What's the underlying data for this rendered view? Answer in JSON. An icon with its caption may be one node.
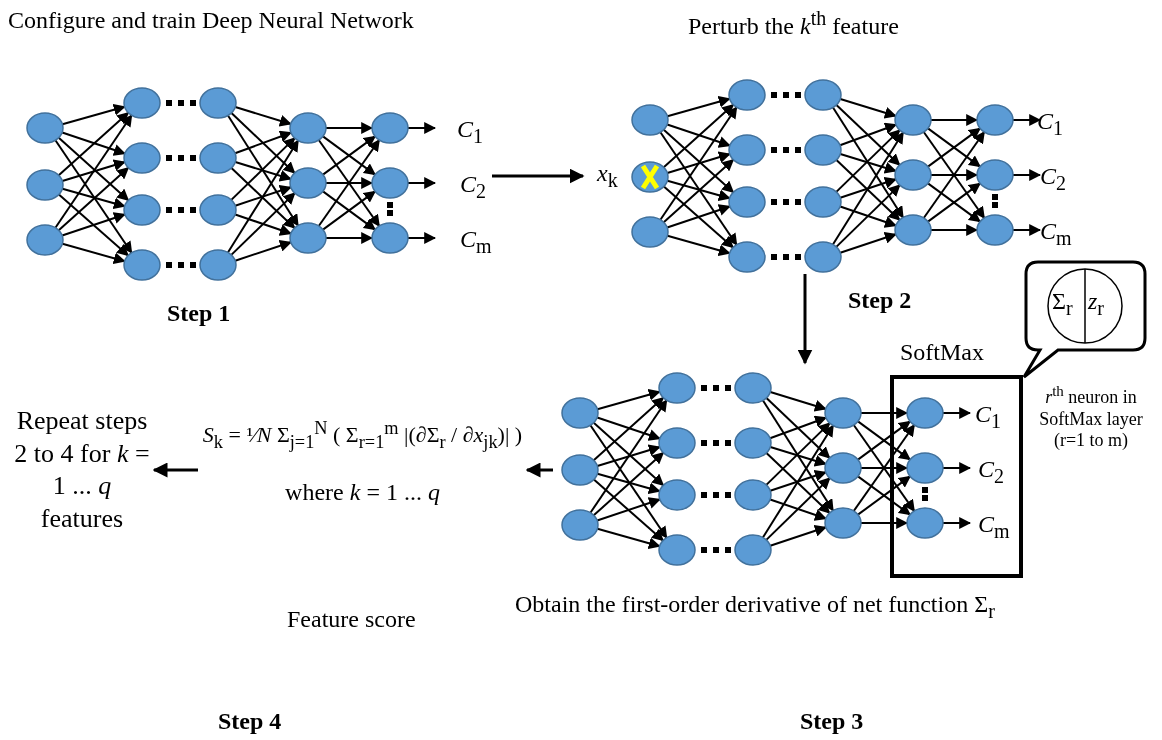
{
  "diagram": {
    "nodes": [
      {
        "text": [],
        "shape": "picture"
      },
      {
        "text": [],
        "shape": "picture"
      },
      {
        "text": [],
        "shape": "picture"
      },
      {
        "text": [
          "SoftMax"
        ]
      },
      {
        "text": [
          "Σ$_{r}$",
          "*z*$_{r}$"
        ]
      },
      {
        "text": [
          "*S*$_{k}$ = ¹⁄*N* Σ$_{j=1}$$^{N}$ ( Σ$_{r=1}$$^{m}$ |(∂Σ$_{r}$ / ∂*x*$_{jk}$)| )",
          "where *k* = 1 ... *q*"
        ]
      },
      {
        "text": [
          "Repeat steps 2 to 4 for *k* = 1 ... *q* features"
        ]
      }
    ],
    "edges": [
      {
        "from": 0,
        "to": 1,
        "arrow": "to"
      },
      {
        "from": 1,
        "to": 2,
        "arrow": "to"
      },
      {
        "from": 2,
        "to": 5,
        "arrow": "to"
      },
      {
        "from": 5,
        "to": 6,
        "arrow": "to"
      }
    ],
    "labels": [
      "Configure and train Deep Neural Network",
      "Perturb the *k*$^{th}$ feature",
      "*C*$_{1}$",
      "*C*$_{2}$",
      "*C*$_{m}$",
      "*x*$_{k}$",
      "*C*$_{1}$",
      "*C*$_{2}$",
      "*C*$_{m}$",
      "Step 1",
      "Step 2",
      "*r*$^{th}$ neuron in SoftMax layer (r=1 to m)",
      "*C*$_{1}$",
      "*C*$_{2}$",
      "*C*$_{m}$",
      "Obtain the first-order derivative of net function Σ$_{r}$",
      "Feature score",
      "Step 4",
      "Step 3"
    ]
  }
}
